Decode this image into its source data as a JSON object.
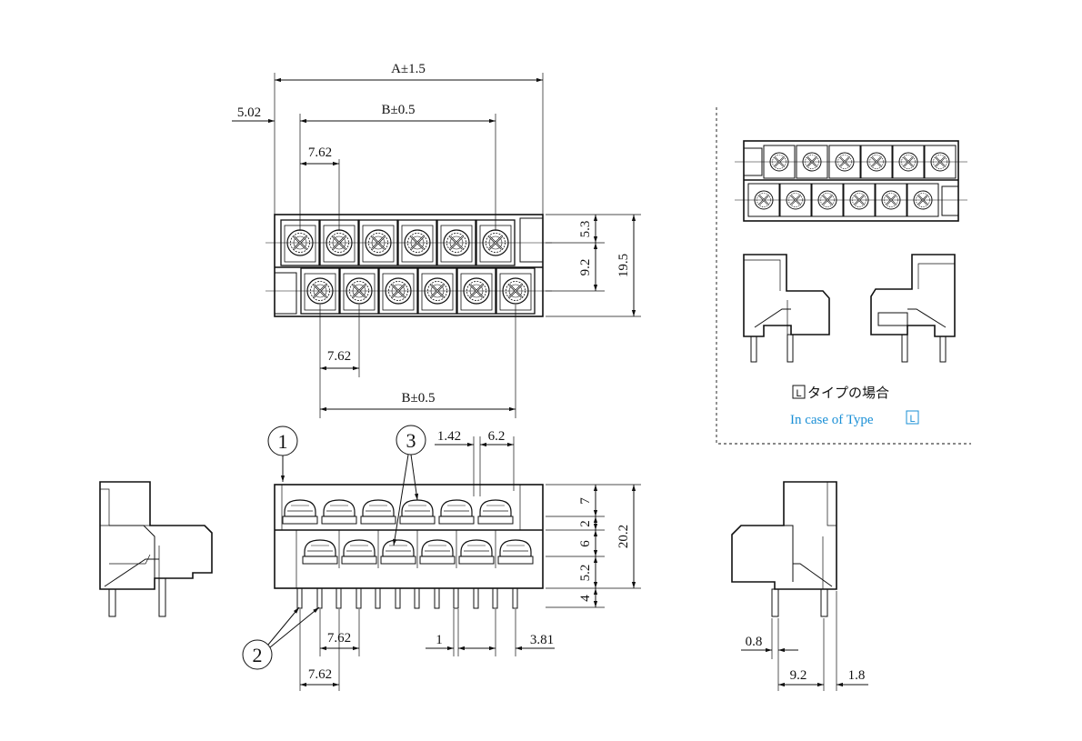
{
  "top_view": {
    "dim_a": "A±1.5",
    "dim_b_top": "B±0.5",
    "dim_offset": "5.02",
    "pitch_top": "7.62",
    "pitch_bottom": "7.62",
    "dim_b_bottom": "B±0.5",
    "height_53": "5.3",
    "height_92": "9.2",
    "height_195": "19.5"
  },
  "front_view": {
    "callout_1": "1",
    "callout_2": "2",
    "callout_3": "3",
    "dim_142": "1.42",
    "dim_62": "6.2",
    "dim_7": "7",
    "dim_2": "2",
    "dim_6": "6",
    "dim_52": "5.2",
    "dim_4": "4",
    "dim_202": "20.2",
    "pin_pitch_upper": "7.62",
    "pin_pitch_lower": "7.62",
    "dim_1": "1",
    "dim_381": "3.81"
  },
  "right_view": {
    "dim_08": "0.8",
    "dim_92": "9.2",
    "dim_18": "1.8"
  },
  "type_l_panel": {
    "jp_caption_box": "L",
    "jp_caption": "タイプの場合",
    "en_caption": "In case of Type",
    "en_caption_box": "L",
    "caption_color": "#1a8fd6"
  }
}
